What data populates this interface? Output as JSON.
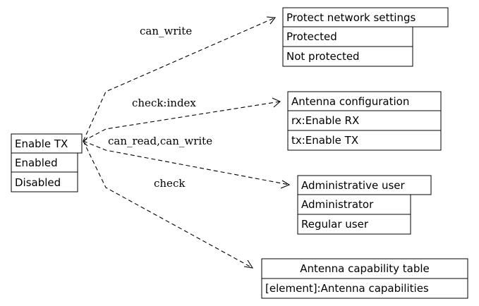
{
  "nodes": {
    "enable_tx": {
      "title": "Enable TX",
      "rows": [
        "Enabled",
        "Disabled"
      ]
    },
    "protect_network": {
      "title": "Protect network settings",
      "rows": [
        "Protected",
        "Not protected"
      ]
    },
    "antenna_config": {
      "title": "Antenna configuration",
      "rows": [
        "rx:Enable RX",
        "tx:Enable TX"
      ]
    },
    "admin_user": {
      "title": "Administrative user",
      "rows": [
        "Administrator",
        "Regular user"
      ]
    },
    "antenna_capability": {
      "title": "Antenna capability table",
      "rows": [
        "[element]:Antenna capabilities"
      ]
    }
  },
  "edges": {
    "to_protect_network": {
      "label": "can_write"
    },
    "to_antenna_config": {
      "label": "check:index"
    },
    "to_admin_user": {
      "label": "can_read,can_write"
    },
    "to_antenna_capability": {
      "label": "check"
    }
  }
}
